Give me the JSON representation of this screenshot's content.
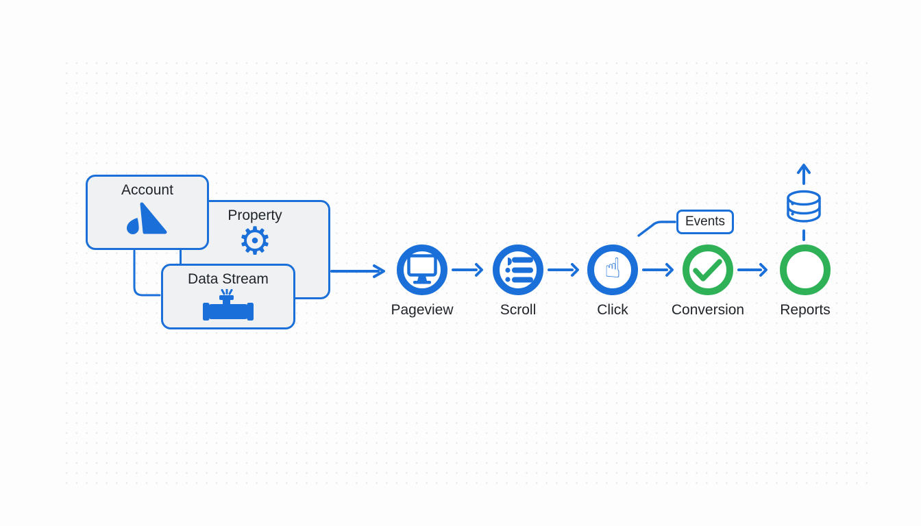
{
  "diagram": {
    "hierarchy": {
      "account": {
        "label": "Account",
        "icon": "analytics-logo-icon"
      },
      "property": {
        "label": "Property",
        "icon": "gear-icon"
      },
      "data_stream": {
        "label": "Data Stream",
        "icon": "pipe-icon"
      }
    },
    "flow": {
      "nodes": [
        {
          "label": "Pageview",
          "icon": "monitor-icon",
          "color": "#1b6fd8"
        },
        {
          "label": "Scroll",
          "icon": "list-icon",
          "color": "#1b6fd8"
        },
        {
          "label": "Click",
          "icon": "hand-pointer-icon",
          "color": "#1b6fd8"
        },
        {
          "label": "Conversion",
          "icon": "checkmark-icon",
          "color": "#2fb157"
        },
        {
          "label": "Reports",
          "icon": "empty-circle-icon",
          "color": "#2fb157"
        }
      ]
    },
    "annotations": {
      "events_label": "Events",
      "storage_icons": [
        "database-icon",
        "up-arrow-icon"
      ]
    },
    "glyphs": {
      "gear": "⚙",
      "hand": "☝"
    },
    "colors": {
      "blue": "#1b6fd8",
      "green": "#2fb157",
      "card_background": "#f0f1f3",
      "page_background": "#fdfdfd",
      "dot_grid": "#e7e7e7",
      "text": "#1f2328"
    }
  }
}
